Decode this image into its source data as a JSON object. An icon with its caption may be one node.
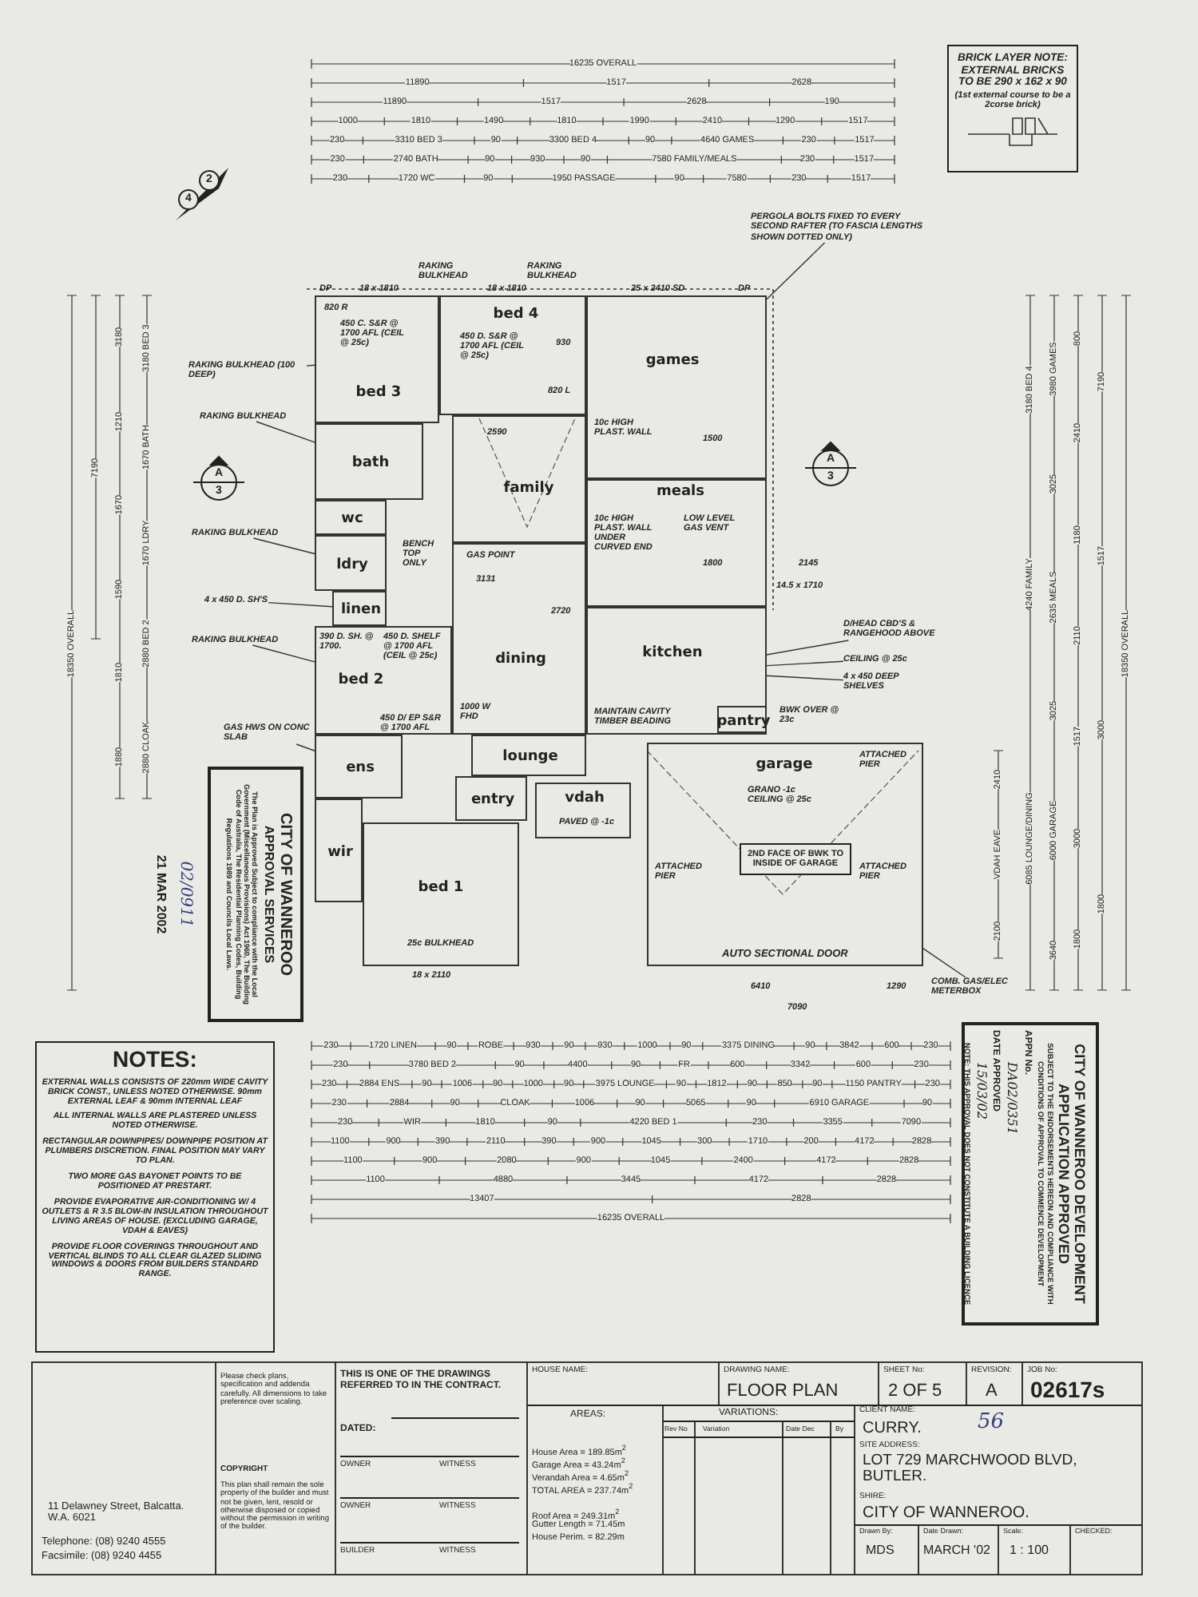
{
  "diagram": {
    "nodes": [
      {
        "text": [
          "bed 3"
        ]
      },
      {
        "text": [
          "bed 4"
        ]
      },
      {
        "text": [
          "games"
        ]
      },
      {
        "text": [
          "bath"
        ]
      },
      {
        "text": [
          "wc"
        ]
      },
      {
        "text": [
          "ldry"
        ]
      },
      {
        "text": [
          "linen"
        ]
      },
      {
        "text": [
          "family"
        ]
      },
      {
        "text": [
          "meals"
        ]
      },
      {
        "text": [
          "bed 2"
        ]
      },
      {
        "text": [
          "dining"
        ]
      },
      {
        "text": [
          "kitchen"
        ]
      },
      {
        "text": [
          "pantry"
        ],
        "in": 11
      },
      {
        "text": [
          "lounge"
        ]
      },
      {
        "text": [
          "ens"
        ]
      },
      {
        "text": [
          "wir"
        ]
      },
      {
        "text": [
          "entry"
        ]
      },
      {
        "text": [
          "vdah"
        ]
      },
      {
        "text": [
          "bed 1"
        ]
      },
      {
        "text": [
          "garage"
        ]
      },
      {
        "text": [
          "PERGOLA BOLTS FIXED TO EVERY SECOND RAFTER (TO FASCIA LENGTHS SHOWN DOTTED ONLY)"
        ]
      },
      {
        "text": [
          "RAKING BULKHEAD (100 DEEP)"
        ]
      },
      {
        "text": [
          "RAKING BULKHEAD"
        ]
      },
      {
        "text": [
          "RAKING BULKHEAD"
        ]
      },
      {
        "text": [
          "4 x 450 D. SH'S"
        ]
      },
      {
        "text": [
          "RAKING BULKHEAD"
        ]
      },
      {
        "text": [
          "GAS HWS ON CONC SLAB"
        ]
      },
      {
        "text": [
          "D/HEAD CBD'S & RANGEHOOD ABOVE"
        ]
      },
      {
        "text": [
          "CEILING @ 25c"
        ]
      },
      {
        "text": [
          "4 x 450 DEEP SHELVES"
        ]
      },
      {
        "text": [
          "COMB. GAS/ELEC METERBOX"
        ]
      },
      {
        "text": [
          "2ND FACE OF BWK TO INSIDE OF GARAGE"
        ],
        "in": 19
      },
      {
        "text": [
          "BRICK LAYER NOTE: EXTERNAL BRICKS TO BE 290 x 162 x 90",
          "(1st external course to be a 2corse brick)"
        ]
      },
      {
        "text": [
          "NOTES:",
          "EXTERNAL WALLS CONSISTS OF 220mm WIDE CAVITY BRICK CONST., UNLESS NOTED OTHERWISE. 90mm EXTERNAL LEAF & 90mm INTERNAL LEAF",
          "ALL INTERNAL WALLS ARE PLASTERED UNLESS NOTED OTHERWISE.",
          "RECTANGULAR DOWNPIPES/ DOWNPIPE POSITION AT PLUMBERS DISCRETION. FINAL POSITION MAY VARY TO PLAN.",
          "TWO MORE GAS BAYONET POINTS TO BE POSITIONED AT PRESTART.",
          "PROVIDE EVAPORATIVE AIR-CONDITIONING W/ 4 OUTLETS & R 3.5 BLOW-IN INSULATION THROUGHOUT LIVING AREAS OF HOUSE. (EXCLUDING GARAGE, VDAH & EAVES)",
          "PROVIDE FLOOR COVERINGS THROUGHOUT AND VERTICAL BLINDS TO ALL CLEAR GLAZED SLIDING WINDOWS & DOORS FROM BUILDERS STANDARD RANGE."
        ]
      },
      {
        "text": [
          "CITY OF WANNEROO",
          "APPROVAL SERVICES",
          "The Plan is Approved Subject to compliance with the Local Government (Miscellaneous Provisions) Act 1960, The Building Code of Australia, The Residential Planning Codes, Building Regulations 1989 and Councils Local Laws."
        ]
      },
      {
        "text": [
          "CITY OF WANNEROO DEVELOPMENT APPLICATION APPROVED",
          "SUBJECT TO THE ENDORSEMENTS HEREON AND COMPLIANCE WITH CONDITIONS OF APPROVAL TO COMMENCE DEVELOPMENT",
          "APPN No.",
          "DA02/0351",
          "DATE APPROVED",
          "15/03/02",
          "NOTE: THIS APPROVAL DOES NOT CONSTITUTE A BUILDING LICENCE"
        ]
      }
    ],
    "edges": [
      {
        "from": 20,
        "to": 2,
        "arrow": "none"
      },
      {
        "from": 21,
        "to": 0,
        "arrow": "none"
      },
      {
        "from": 22,
        "to": 3,
        "arrow": "none"
      },
      {
        "from": 23,
        "to": 5,
        "arrow": "none"
      },
      {
        "from": 24,
        "to": 6,
        "arrow": "none"
      },
      {
        "from": 25,
        "to": 9,
        "arrow": "none"
      },
      {
        "from": 26,
        "to": 14,
        "arrow": "none"
      },
      {
        "from": 27,
        "to": 11,
        "arrow": "none"
      },
      {
        "from": 28,
        "to": 11,
        "arrow": "none"
      },
      {
        "from": 29,
        "to": 11,
        "arrow": "none"
      },
      {
        "from": 30,
        "to": 19,
        "arrow": "none"
      }
    ],
    "labels": [
      "16235 OVERALL",
      "11890",
      "1517",
      "2628",
      "11890",
      "1517",
      "2628",
      "190",
      "1000",
      "1810",
      "1490",
      "1810",
      "1990",
      "2410",
      "1290",
      "1517",
      "230",
      "3310 BED 3",
      "90",
      "3300 BED 4",
      "90",
      "4640 GAMES",
      "230",
      "1517",
      "230",
      "2740 BATH",
      "90",
      "930",
      "90",
      "7580 FAMILY/MEALS",
      "230",
      "1517",
      "230",
      "1720 WC",
      "90",
      "1950 PASSAGE",
      "90",
      "7580",
      "230",
      "1517",
      "18350 OVERALL",
      "7190",
      "3180",
      "1210",
      "1670",
      "1590",
      "1810",
      "1880",
      "3180 BED 3",
      "1670 BATH",
      "1670 LDRY",
      "2880 BED 2",
      "2880 CLOAK",
      "18350 OVERALL",
      "7190",
      "1517",
      "3000",
      "1800",
      "800",
      "2410",
      "1180",
      "2110",
      "1517",
      "3000",
      "1800",
      "3980 GAMES",
      "3025",
      "2635 MEALS",
      "3025",
      "6000 GARAGE",
      "3640",
      "3180 BED 4",
      "4240 FAMILY",
      "6085 LOUNGE/DINING",
      "2410",
      "VDAH EAVE",
      "2100",
      "RAKING BULKHEAD",
      "RAKING BULKHEAD",
      "DP",
      "18 x 1810",
      "18 x 1810",
      "25 x 2410 SD",
      "DP",
      "820 R",
      "450 C. S&R @ 1700 AFL (CEIL @ 25c)",
      "450 D. S&R @ 1700 AFL (CEIL @ 25c)",
      "930",
      "820 L",
      "10c HIGH PLAST. WALL",
      "1500",
      "2590",
      "10c HIGH PLAST. WALL UNDER CURVED END",
      "LOW LEVEL GAS VENT",
      "1800",
      "GAS POINT",
      "3131",
      "2720",
      "1000 W FHD",
      "BENCH TOP ONLY",
      "390 D. SH. @ 1700.",
      "450 D. SHELF @ 1700 AFL (CEIL @ 25c)",
      "450 D/ EP S&R @ 1700 AFL",
      "MAINTAIN CAVITY TIMBER BEADING",
      "14.5 x 1710",
      "2145",
      "BWK OVER @ 23c",
      "ATTACHED PIER",
      "GRANO -1c CEILING @ 25c",
      "ATTACHED PIER",
      "ATTACHED PIER",
      "AUTO SECTIONAL DOOR",
      "6410",
      "1290",
      "7090",
      "PAVED @ -1c",
      "25c BULKHEAD",
      "18 x 2110",
      "4",
      "2",
      "A",
      "3",
      "A",
      "3",
      "21 MAR 2002",
      "02/0911",
      "230",
      "1720 LINEN",
      "90",
      "ROBE",
      "930",
      "90",
      "930",
      "1000",
      "90",
      "3375 DINING",
      "90",
      "3842",
      "600",
      "230",
      "230",
      "3780 BED 2",
      "90",
      "4400",
      "90",
      "FR",
      "600",
      "3342",
      "600",
      "230",
      "230",
      "2884 ENS",
      "90",
      "1006",
      "90",
      "1000",
      "90",
      "3975 LOUNGE",
      "90",
      "1812",
      "90",
      "850",
      "90",
      "1150 PANTRY",
      "230",
      "230",
      "2884",
      "90",
      "CLOAK",
      "1006",
      "90",
      "5065",
      "90",
      "6910 GARAGE",
      "90",
      "230",
      "WIR",
      "1810",
      "90",
      "4220 BED 1",
      "230",
      "3355",
      "7090",
      "1100",
      "900",
      "390",
      "2110",
      "390",
      "900",
      "1045",
      "300",
      "1710",
      "200",
      "4172",
      "2828",
      "1100",
      "900",
      "2080",
      "900",
      "1045",
      "2400",
      "4172",
      "2828",
      "1100",
      "4880",
      "3445",
      "4172",
      "2828",
      "13407",
      "2828",
      "16235 OVERALL",
      "11 Delawney Street, Balcatta. W.A. 6021",
      "Telephone: (08) 9240 4555",
      "Facsimile: (08) 9240 4455",
      "Please check plans, specification and addenda carefully. All dimensions to take preference over scaling.",
      "COPYRIGHT",
      "This plan shall remain the sole property of the builder and must not be given, lent, resold or otherwise disposed or copied without the permission in writing of the builder.",
      "THIS IS ONE OF THE DRAWINGS REFERRED TO IN THE CONTRACT.",
      "DATED:",
      "OWNER",
      "WITNESS",
      "OWNER",
      "WITNESS",
      "BUILDER",
      "WITNESS",
      "HOUSE NAME:",
      "DRAWING NAME:",
      "FLOOR PLAN",
      "SHEET No:",
      "2 OF 5",
      "REVISION:",
      "A",
      "JOB No:",
      "02617s",
      "AREAS:",
      "House Area = 189.85m$^{2}$",
      "Garage Area = 43.24m$^{2}$",
      "Verandah Area = 4.65m$^{2}$",
      "TOTAL AREA = 237.74m$^{2}$",
      "Roof Area = 249.31m$^{2}$",
      "Gutter Length = 71.45m",
      "House Perim. = 82.29m",
      "VARIATIONS:",
      "Rev No",
      "Variation",
      "Date Dec",
      "By",
      "CLIENT NAME:",
      "CURRY.",
      "56",
      "SITE ADDRESS:",
      "LOT 729 MARCHWOOD BLVD, BUTLER.",
      "SHIRE:",
      "CITY OF WANNEROO.",
      "Drawn By:",
      "MDS",
      "Date Drawn:",
      "MARCH '02",
      "Scale:",
      "1 : 100",
      "CHECKED:"
    ]
  }
}
